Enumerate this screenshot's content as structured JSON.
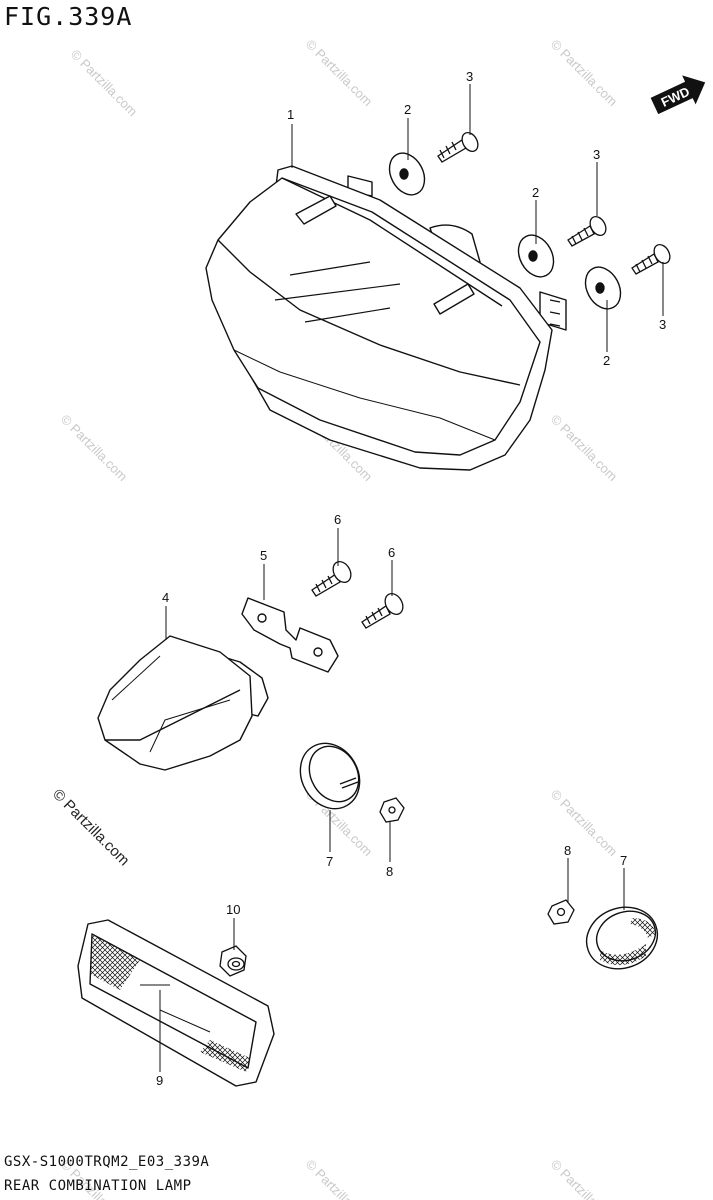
{
  "figure": {
    "title": "FIG.339A",
    "model_code": "GSX-S1000TRQM2_E03_339A",
    "part_name": "REAR COMBINATION LAMP",
    "direction_label": "FWD",
    "watermark": "© Partzilla.com"
  },
  "callouts": [
    {
      "id": "1",
      "label": "1"
    },
    {
      "id": "2a",
      "label": "2"
    },
    {
      "id": "2b",
      "label": "2"
    },
    {
      "id": "2c",
      "label": "2"
    },
    {
      "id": "3a",
      "label": "3"
    },
    {
      "id": "3b",
      "label": "3"
    },
    {
      "id": "3c",
      "label": "3"
    },
    {
      "id": "4",
      "label": "4"
    },
    {
      "id": "5",
      "label": "5"
    },
    {
      "id": "6a",
      "label": "6"
    },
    {
      "id": "6b",
      "label": "6"
    },
    {
      "id": "7a",
      "label": "7"
    },
    {
      "id": "7b",
      "label": "7"
    },
    {
      "id": "8a",
      "label": "8"
    },
    {
      "id": "8b",
      "label": "8"
    },
    {
      "id": "9",
      "label": "9"
    },
    {
      "id": "10",
      "label": "10"
    }
  ]
}
